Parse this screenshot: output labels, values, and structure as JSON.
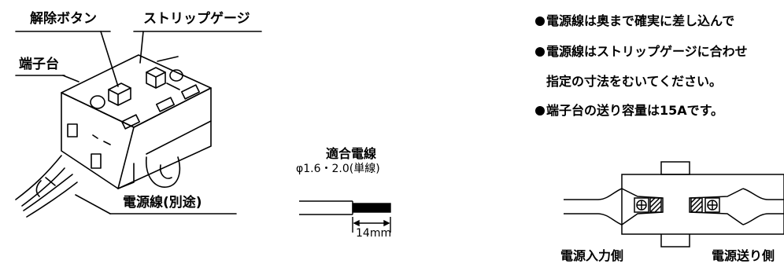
{
  "callouts": {
    "release_button": "解除ボタン",
    "strip_gauge": "ストリップゲージ",
    "terminal_block": "端子台",
    "power_cable": "電源線(別途)"
  },
  "wire_spec": {
    "title": "適合電線",
    "size": "φ1.6・2.0(単線)",
    "strip_length": "14mm"
  },
  "notes": [
    "電源線は奥まで確実に差し込んで",
    "電源線はストリップゲージに合わせ",
    "指定の寸法をむいてください。",
    "端子台の送り容量は15Aです。"
  ],
  "wiring_labels": {
    "input_side": "電源入力側",
    "output_side": "電源送り側"
  },
  "colors": {
    "line": "#000000",
    "background": "#ffffff"
  }
}
